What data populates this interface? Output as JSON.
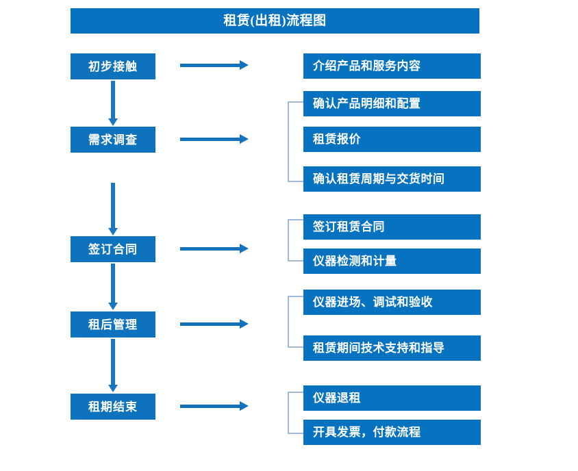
{
  "diagram": {
    "title": "租赁(出租)流程图",
    "colors": {
      "title_bar": "#0672c0",
      "stage_box": "#0e72bd",
      "detail_box": "#0672c0",
      "arrow": "#1273bb",
      "bracket": "#9fb8d4",
      "text": "#ffffff",
      "background": "#ffffff"
    },
    "stages": [
      {
        "label": "初步接触"
      },
      {
        "label": "需求调查"
      },
      {
        "label": "签订合同"
      },
      {
        "label": "租后管理"
      },
      {
        "label": "租期结束"
      }
    ],
    "details": [
      {
        "label": "介绍产品和服务内容"
      },
      {
        "label": "确认产品明细和配置"
      },
      {
        "label": "租赁报价"
      },
      {
        "label": "确认租赁周期与交货时间"
      },
      {
        "label": "签订租赁合同"
      },
      {
        "label": "仪器检测和计量"
      },
      {
        "label": "仪器进场、调试和验收"
      },
      {
        "label": "租赁期间技术支持和指导"
      },
      {
        "label": "仪器退租"
      },
      {
        "label": "开具发票，付款流程"
      }
    ],
    "groups": [
      {
        "name": "需求调查-group",
        "detail_indices": [
          1,
          2,
          3
        ]
      },
      {
        "name": "签订合同-group",
        "detail_indices": [
          4,
          5
        ]
      },
      {
        "name": "租后管理-group",
        "detail_indices": [
          6,
          7
        ]
      },
      {
        "name": "租期结束-group",
        "detail_indices": [
          8,
          9
        ]
      }
    ],
    "flow_arrows": {
      "vertical_count": 4,
      "horizontal_count": 5
    }
  }
}
